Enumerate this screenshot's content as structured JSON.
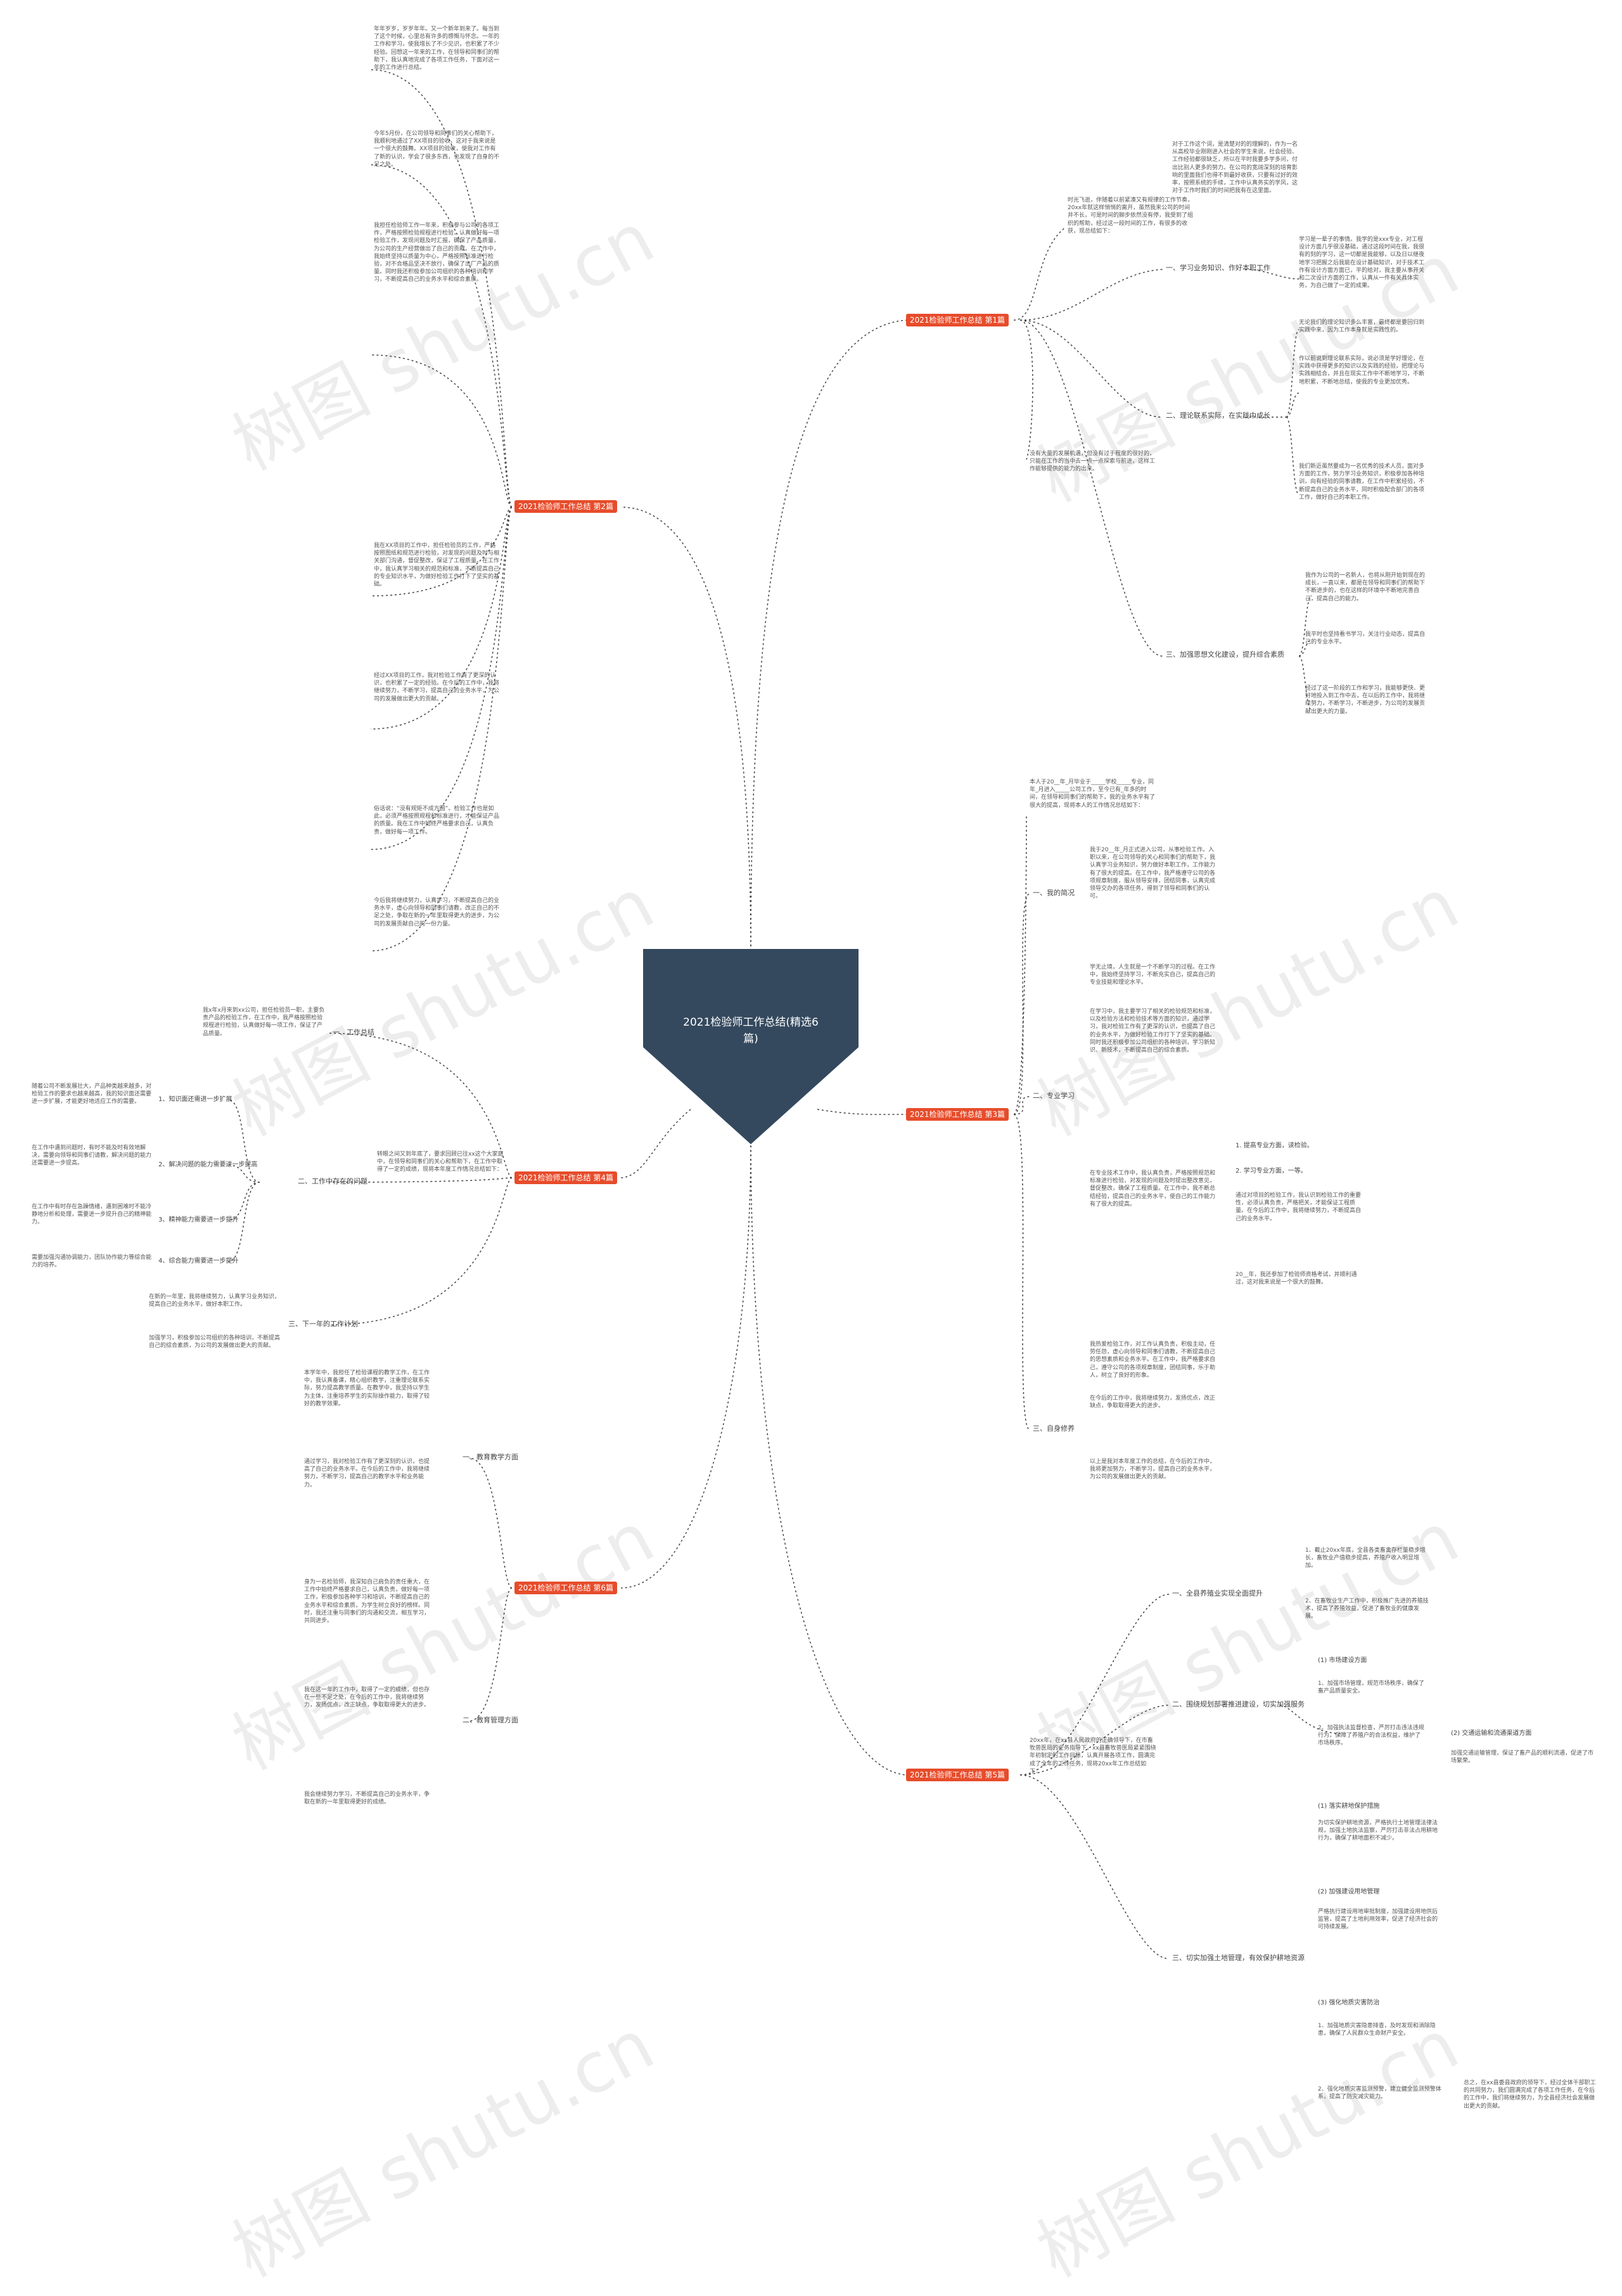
{
  "watermark": "树图 shutu.cn",
  "root": {
    "title": "2021检验师工作总结(精选6篇)",
    "color": "#34495e"
  },
  "branch_color": "#e74c2b",
  "line_color": "#444444",
  "branches": [
    {
      "label": "2021检验师工作总结 第1篇",
      "intro": "时光飞逝，伴随着以前紧凑又有规律的工作节奏，20xx年就这样悄悄的离开，虽然我来公司的时间并不长，可是时间的脚步依然没有停，我受到了组织的帮助，经过这一段时间的工作，有很多的收获，现总结如下：",
      "top_text": "对于工作这个词，是清楚对的的理解的，作为一名从高校毕业刚刚进入社会的学生来说，社会经验、工作经验都很缺乏，所以在平时我要多学多问，付出比别人更多的努力。在公司的宽阔深刻的培育影响的里面我们也得不到最好收获，只要有过好的效率，按照系统的手续，工作中认真务实的学风，这对于工作时我们的时间把我有在这里面。",
      "children": [
        {
          "label": "一、学习业务知识、作好本职工作",
          "text": "学习是一辈子的事情。我学的是xxx专业，对工程设计方面几乎很没基础，通过这段时间在我，我很有的刻的学习，这一切都是我能够，以及日以继夜地学习把握之后我能在设计基础知识，对于技术工作有设计方面方面已，平的给对，我主要从事开关和二次设计方面的工作，认真从一件有关具体实务，为自己做了一定的成果。"
        },
        {
          "label": "二、理论联系实际，在实践中成长",
          "texts": [
            "无论我们的理论知识多么丰富，最终都是要回归到实践中来，因为工作本身就是实践性的。",
            "作以前说到理论联系实际，说必须是学好理论，在实践中获得更多的知识以及实践的经验，把理论与实践相结合，并且在现实工作中不断地学习，不断地积累，不断地总结，使我的专业更加优秀。",
            "我们新近虽然要成为一名优秀的技术人员，面对多方面的工作，努力学习业务知识，积极参加各种培训，向有经验的同事请教，在工作中积累经验，不断提高自己的业务水平，同时积极配合部门的各项工作，做好自己的本职工作。"
          ]
        },
        {
          "label": "三、加强思想文化建设，提升综合素质",
          "texts": [
            "我作为公司的一名新人，也将从刚开始到现在的成长，一直以来，都是在领导和同事们的帮助下不断进步的，也在这样的环境中不断地完善自己，提高自己的能力。",
            "我平时也坚持看书学习，关注行业动态，提高自己的专业水平。",
            "经过了这一阶段的工作和学习，我能够更快、更好地投入到工作中去，在以后的工作中，我将继续努力，不断学习，不断进步，为公司的发展贡献出更大的力量。"
          ]
        }
      ],
      "closing": "没有大量的发展机遇，但没有过于程度的很好的，只能在工作的当中去一点一点探索与前进，这样工作能够提供的能力的出来。"
    },
    {
      "label": "2021检验师工作总结 第2篇",
      "texts": [
        "年年岁岁，岁岁年年。又一个新年到来了。每当到了这个时候，心里总有许多的感慨与怀念。一年的工作和学习，使我增长了不少见识，也积累了不少经验。回想这一年来的工作，在领导和同事们的帮助下，我认真地完成了各项工作任务，下面对这一年的工作进行总结。",
        "今年5月份，在公司领导和同事们的关心帮助下，我顺利地通过了XX项目的验收，这对于我来说是一个很大的鼓舞。XX项目的验收，使我对工作有了新的认识，学会了很多东西，也发现了自身的不足之处。",
        "我担任检验师工作一年来，积极参与公司的各项工作，严格按照检验规程进行检验，认真做好每一项检验工作，发现问题及时汇报，确保了产品质量，为公司的生产经营做出了自己的贡献。在工作中，我始终坚持以质量为中心，严格按照标准进行检验，对不合格品坚决不放行，确保了出厂产品的质量。同时我还积极参加公司组织的各种培训和学习，不断提高自己的业务水平和综合素质。",
        "我在XX项目的工作中，担任检验员的工作，严格按照图纸和规范进行检验，对发现的问题及时与相关部门沟通，督促整改，保证了工程质量。在工作中，我认真学习相关的规范和标准，不断提高自己的专业知识水平，为做好检验工作打下了坚实的基础。",
        "经过XX项目的工作，我对检验工作有了更深的认识，也积累了一定的经验。在今后的工作中，我将继续努力，不断学习，提高自己的业务水平，为公司的发展做出更大的贡献。",
        "俗话说：“没有规矩不成方圆”。检验工作也是如此，必须严格按照规程和标准进行，才能保证产品的质量。我在工作中始终严格要求自己，认真负责，做好每一项工作。",
        "今后我将继续努力，认真学习，不断提高自己的业务水平，虚心向领导和同事们请教，改正自己的不足之处，争取在新的一年里取得更大的进步，为公司的发展贡献自己的一份力量。"
      ]
    },
    {
      "label": "2021检验师工作总结 第3篇",
      "intro": "本人于20__年_月毕业于_____学校_____专业，同年_月进入_____公司工作，至今已有_年多的时间，在领导和同事们的帮助下，我的业务水平有了很大的提高，现将本人的工作情况总结如下：",
      "children": [
        {
          "label": "一、我的简况",
          "text": "我于20__年_月正式进入公司，从事检验工作。入职以来，在公司领导的关心和同事们的帮助下，我认真学习业务知识，努力做好本职工作，工作能力有了很大的提高。在工作中，我严格遵守公司的各项规章制度，服从领导安排，团结同事，认真完成领导交办的各项任务，得到了领导和同事们的认可。"
        },
        {
          "label": "二、专业学习",
          "texts": [
            "学无止境，人生就是一个不断学习的过程。在工作中，我始终坚持学习，不断充实自己，提高自己的专业技能和理论水平。",
            "在学习中，我主要学习了相关的检验规范和标准，以及检验方法和检验技术等方面的知识，通过学习，我对检验工作有了更深的认识，也提高了自己的业务水平，为做好检验工作打下了坚实的基础。同时我还积极参加公司组织的各种培训，学习新知识、新技术，不断提高自己的综合素质。",
            "在专业技术工作中，我认真负责，严格按照规范和标准进行检验，对发现的问题及时提出整改意见，督促整改，确保了工程质量。在工作中，我不断总结经验，提高自己的业务水平，使自己的工作能力有了很大的提高。"
          ],
          "sub": [
            "1. 提高专业方面，读检验。",
            "2. 学习专业方面，一等。",
            "通过对项目的检验工作，我认识到检验工作的重要性，必须认真负责，严格把关，才能保证工程质量。在今后的工作中，我将继续努力，不断提高自己的业务水平。",
            "20__年，我还参加了检验师资格考试，并顺利通过，这对我来说是一个很大的鼓舞。"
          ]
        },
        {
          "label": "三、自身修养",
          "texts": [
            "我热爱检验工作，对工作认真负责，积极主动，任劳任怨，虚心向领导和同事们请教，不断提高自己的思想素质和业务水平。在工作中，我严格要求自己，遵守公司的各项规章制度，团结同事，乐于助人，树立了良好的形象。",
            "在今后的工作中，我将继续努力，发扬优点，改正缺点，争取取得更大的进步。",
            "以上是我对本年度工作的总结，在今后的工作中，我将更加努力，不断学习，提高自己的业务水平，为公司的发展做出更大的贡献。"
          ]
        }
      ]
    },
    {
      "label": "2021检验师工作总结 第4篇",
      "intro": "转眼之间又到年底了，要求回顾已往xx这个大家庭中，在领导和同事们的关心和帮助下，在工作中取得了一定的成绩，现将本年度工作情况总结如下：",
      "children": [
        {
          "label": "一、工作总结",
          "text": "我x年x月来到xx公司，担任检验员一职，主要负责产品的检验工作，在工作中，我严格按照检验规程进行检验，认真做好每一项工作，保证了产品质量。"
        },
        {
          "label": "二、工作中存在的问题",
          "sub": [
            {
              "label": "1、知识面还需进一步扩展",
              "text": "随着公司不断发展壮大，产品种类越来越多，对检验工作的要求也越来越高，我的知识面还需要进一步扩展，才能更好地适应工作的需要。"
            },
            {
              "label": "2、解决问题的能力需要进一步提高",
              "text": "在工作中遇到问题时，有时不能及时有效地解决，需要向领导和同事们请教，解决问题的能力还需要进一步提高。"
            },
            {
              "label": "3、精神能力需要进一步提升",
              "text": "在工作中有时存在急躁情绪，遇到困难时不能冷静地分析和处理，需要进一步提升自己的精神能力。"
            },
            {
              "label": "4、综合能力需要进一步提升",
              "text": "需要加强沟通协调能力，团队协作能力等综合能力的培养。"
            }
          ]
        },
        {
          "label": "三、下一年的工作计划",
          "texts": [
            "在新的一年里，我将继续努力，认真学习业务知识，提高自己的业务水平，做好本职工作。",
            "加强学习，积极参加公司组织的各种培训，不断提高自己的综合素质，为公司的发展做出更大的贡献。"
          ]
        }
      ]
    },
    {
      "label": "2021检验师工作总结 第6篇",
      "children": [
        {
          "label": "一、教育教学方面",
          "texts": [
            "本学年中，我担任了检验课程的教学工作，在工作中，我认真备课，精心组织教学，注重理论联系实际，努力提高教学质量。在教学中，我坚持以学生为主体，注重培养学生的实际操作能力，取得了较好的教学效果。",
            "通过学习，我对检验工作有了更深刻的认识，也提高了自己的业务水平。在今后的工作中，我将继续努力，不断学习，提高自己的教学水平和业务能力。"
          ]
        },
        {
          "label": "二、教育管理方面",
          "texts": [
            "身为一名检验师，我深知自己肩负的责任重大，在工作中始终严格要求自己，认真负责，做好每一项工作，积极参加各种学习和培训，不断提高自己的业务水平和综合素质，为学生树立良好的榜样。同时，我还注重与同事们的沟通和交流，相互学习，共同进步。",
            "我在这一年的工作中，取得了一定的成绩，但也存在一些不足之处，在今后的工作中，我将继续努力，发扬优点，改正缺点，争取取得更大的进步。",
            "我会继续努力学习，不断提高自己的业务水平，争取在新的一年里取得更好的成绩。"
          ]
        }
      ]
    },
    {
      "label": "2021检验师工作总结 第5篇",
      "intro": "20xx年，在xx县人民政府的正确领导下，在市畜牧兽医局的业务指导下，xx县畜牧兽医局紧紧围绕年初制定的工作目标，认真开展各项工作，圆满完成了全年的工作任务，现将20xx年工作总结如下：",
      "children": [
        {
          "label": "一、全县养殖业实现全面提升",
          "texts": [
            "1、截止20xx年底，全县各类畜禽存栏量稳步增长，畜牧业产值稳步提高，养殖户收入明显增加。",
            "2、在畜牧业生产工作中，积极推广先进的养殖技术，提高了养殖效益，促进了畜牧业的健康发展。"
          ]
        },
        {
          "label": "二、围绕规划部署推进建设，切实加强服务",
          "texts": [
            "(1) 市场建设方面",
            "1、加强市场管理，规范市场秩序，确保了畜产品质量安全。",
            "2、加强执法监督检查，严厉打击违法违规行为，保障了养殖户的合法权益，维护了市场秩序。"
          ],
          "side": {
            "label": "(2) 交通运输和流通渠道方面",
            "text": "加强交通运输管理，保证了畜产品的顺利流通，促进了市场繁荣。"
          }
        },
        {
          "label": "三、切实加强土地管理，有效保护耕地资源",
          "texts": [
            "(1) 落实耕地保护措施",
            "为切实保护耕地资源，严格执行土地管理法律法规，加强土地执法监察，严厉打击非法占用耕地行为，确保了耕地面积不减少。",
            "(2) 加强建设用地管理",
            "严格执行建设用地审批制度，加强建设用地供后监管，提高了土地利用效率，促进了经济社会的可持续发展。",
            "(3) 强化地质灾害防治",
            "1、加强地质灾害隐患排查，及时发现和消除隐患，确保了人民群众生命财产安全。",
            "2、强化地质灾害监测预警，建立健全监测预警体系，提高了防灾减灾能力。"
          ],
          "closing": "总之，在xx县委县政府的领导下，经过全体干部职工的共同努力，我们圆满完成了各项工作任务，在今后的工作中，我们将继续努力，为全县经济社会发展做出更大的贡献。"
        }
      ]
    }
  ]
}
